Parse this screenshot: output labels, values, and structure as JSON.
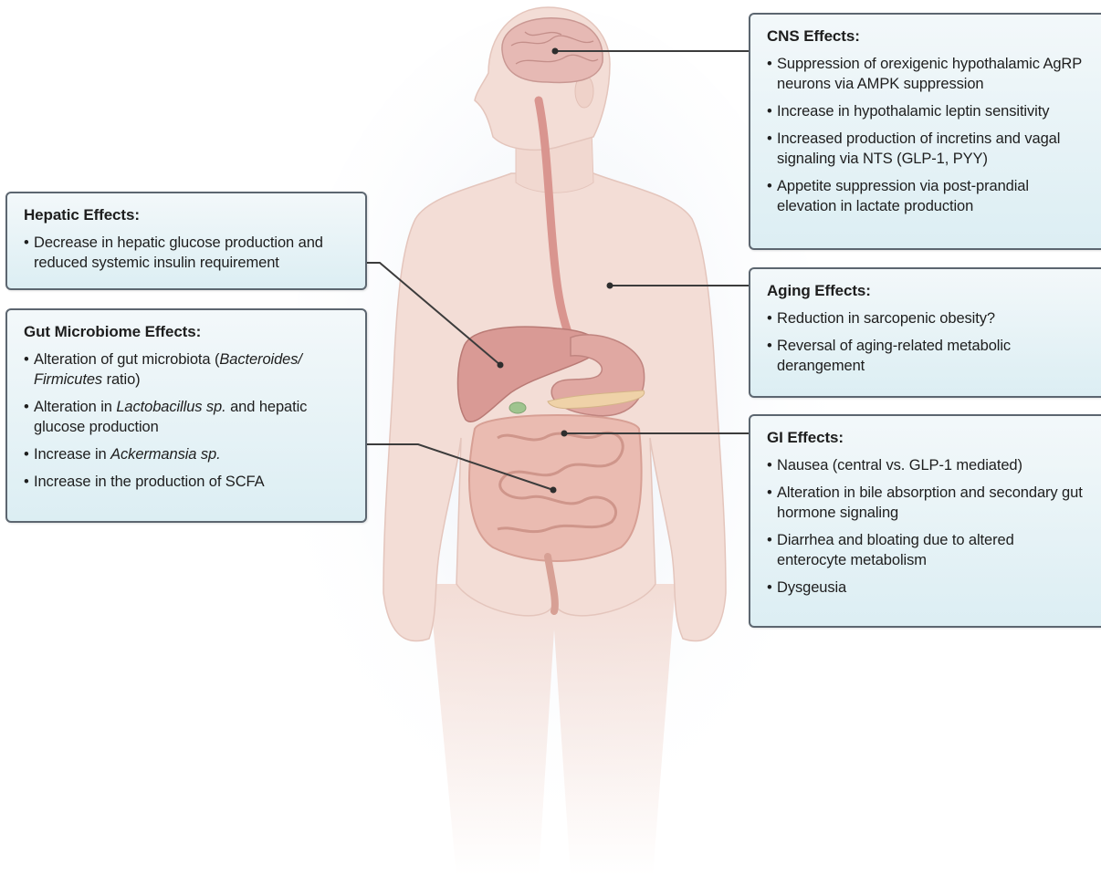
{
  "panels": {
    "cns": {
      "title": "CNS Effects:",
      "items": [
        "Suppression of orexigenic hypothalamic AgRP neurons via AMPK suppression",
        "Increase in hypothalamic leptin sensitivity",
        "Increased production of incretins and vagal signaling via NTS (GLP-1, PYY)",
        "Appetite suppression via post-prandial elevation in lactate production"
      ]
    },
    "hepatic": {
      "title": "Hepatic Effects:",
      "items": [
        "Decrease in hepatic glucose production and reduced systemic insulin requirement"
      ]
    },
    "gut": {
      "title": "Gut Microbiome Effects:",
      "items": [
        {
          "pre": "Alteration of gut microbiota (",
          "em": "Bacteroides/ Firmicutes",
          "post": " ratio)"
        },
        {
          "pre": "Alteration in ",
          "em": "Lactobacillus sp.",
          "post": " and hepatic glucose production"
        },
        {
          "pre": "Increase in ",
          "em": "Ackermansia sp.",
          "post": ""
        },
        {
          "pre": "Increase in the production of SCFA",
          "em": "",
          "post": ""
        }
      ]
    },
    "aging": {
      "title": "Aging Effects:",
      "items": [
        "Reduction in sarcopenic obesity?",
        "Reversal of aging-related metabolic derangement"
      ]
    },
    "gi": {
      "title": "GI Effects:",
      "items": [
        "Nausea (central vs. GLP-1 mediated)",
        "Alteration in bile absorption and secondary gut hormone signaling",
        "Diarrhea and bloating due to altered enterocyte metabolism",
        "Dysgeusia"
      ]
    }
  },
  "colors": {
    "skin": "#f3ddd6",
    "organ": "#d99a95",
    "panel_bg": "#dceef3",
    "panel_border": "#5c6670",
    "leader": "#3c3c3c"
  }
}
